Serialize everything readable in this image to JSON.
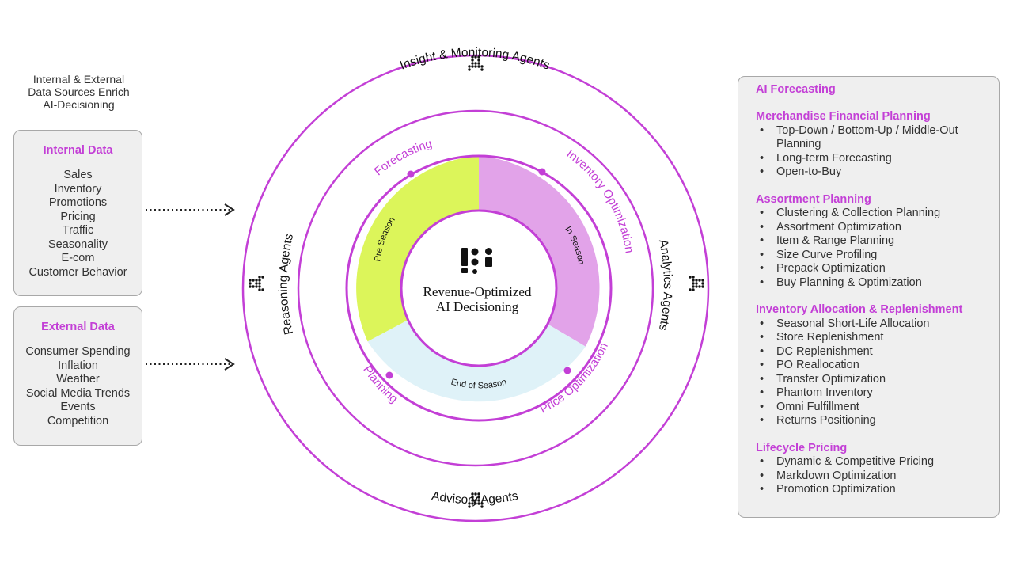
{
  "intro": [
    "Internal & External",
    "Data Sources Enrich",
    "AI-Decisioning"
  ],
  "internal": {
    "title": "Internal Data",
    "items": [
      "Sales",
      "Inventory",
      "Promotions",
      "Pricing",
      "Traffic",
      "Seasonality",
      "E-com",
      "Customer Behavior"
    ]
  },
  "external": {
    "title": "External Data",
    "items": [
      "Consumer Spending",
      "Inflation",
      "Weather",
      "Social Media Trends",
      "Events",
      "Competition"
    ]
  },
  "agents": {
    "top": "Insight & Monitoring Agents",
    "bottom": "Advisory Agents",
    "left": "Reasoning Agents",
    "right": "Analytics Agents"
  },
  "capabilities": {
    "forecasting": "Forecasting",
    "inventory": "Inventory Optimization",
    "planning": "Planning",
    "price": "Price Optimization"
  },
  "seasons": {
    "pre": "Pre Season",
    "in": "In Season",
    "end": "End of Season"
  },
  "center": {
    "line1": "Revenue-Optimized",
    "line2": "AI Decisioning"
  },
  "colors": {
    "accent": "#c33fd6",
    "pre_season": "#dcf55a",
    "in_season": "#e2a3e9",
    "end_season": "#dff2f8"
  },
  "panel": {
    "title": "AI Forecasting",
    "sections": [
      {
        "title": "Merchandise Financial Planning",
        "items": [
          "Top-Down / Bottom-Up / Middle-Out Planning",
          "Long-term Forecasting",
          "Open-to-Buy"
        ]
      },
      {
        "title": "Assortment Planning",
        "items": [
          "Clustering & Collection Planning",
          "Assortment Optimization",
          "Item & Range Planning",
          "Size Curve Profiling",
          "Prepack Optimization",
          "Buy Planning & Optimization"
        ]
      },
      {
        "title": "Inventory Allocation & Replenishment",
        "items": [
          "Seasonal Short-Life Allocation",
          "Store Replenishment",
          "DC Replenishment",
          "PO Reallocation",
          "Transfer Optimization",
          "Phantom Inventory",
          "Omni Fulfillment",
          "Returns Positioning"
        ]
      },
      {
        "title": "Lifecycle Pricing",
        "items": [
          "Dynamic & Competitive Pricing",
          "Markdown Optimization",
          "Promotion Optimization"
        ]
      }
    ]
  }
}
